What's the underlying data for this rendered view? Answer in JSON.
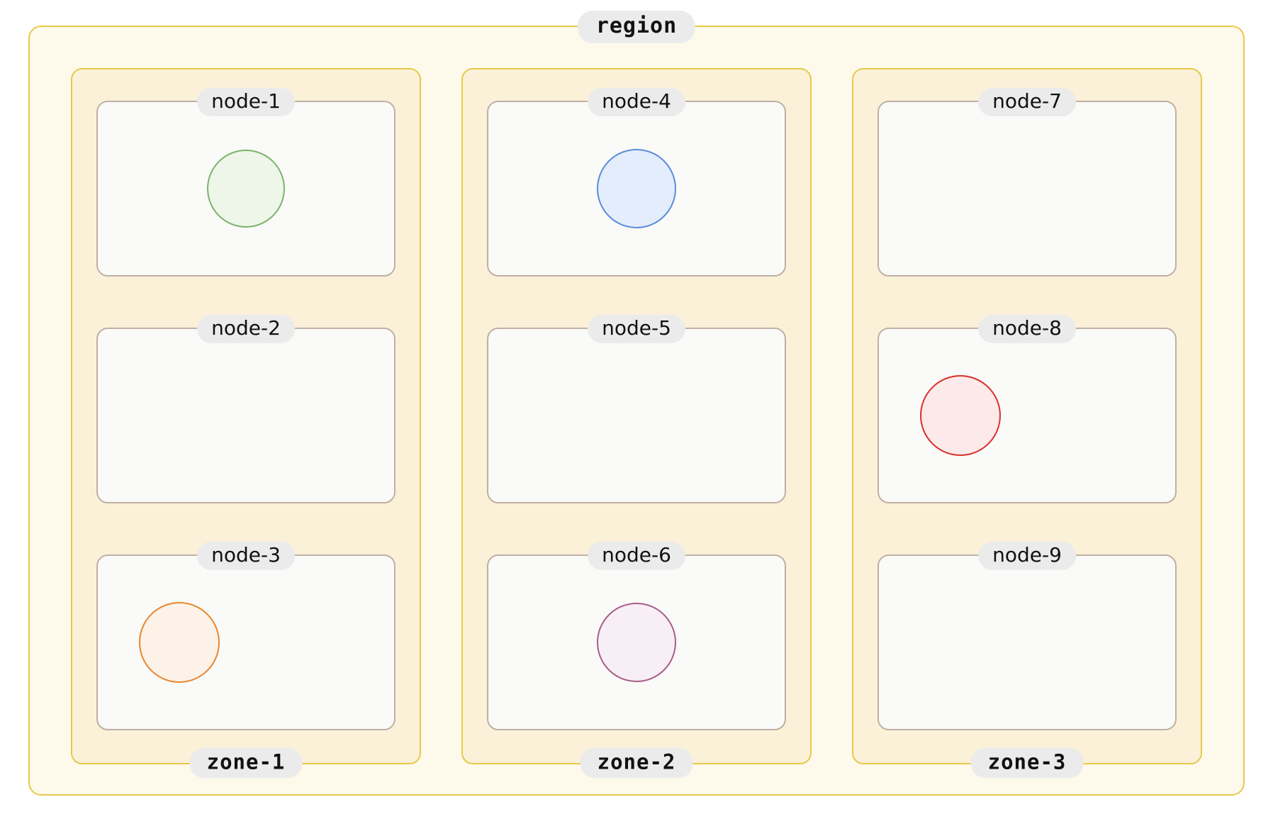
{
  "region": {
    "label": "region",
    "border_color": "#e8c84a",
    "fill_color": "#fdfaec"
  },
  "label_badge": {
    "background": "#ebebeb",
    "text_color": "#111111"
  },
  "zone_style": {
    "border_color": "#e8c84a",
    "fill_color": "#fbf1d9"
  },
  "node_style": {
    "border_color": "#bfb0a5",
    "fill_color": "#fafaf8"
  },
  "zones": [
    {
      "label": "zone-1",
      "nodes": [
        {
          "label": "node-1",
          "circle": {
            "present": true,
            "stroke": "#7cb36a",
            "fill": "#edf6e9",
            "diameter": 110,
            "align": "center"
          }
        },
        {
          "label": "node-2",
          "circle": {
            "present": false
          }
        },
        {
          "label": "node-3",
          "circle": {
            "present": true,
            "stroke": "#e8872e",
            "fill": "#fcf2e8",
            "diameter": 114,
            "align": "left"
          }
        }
      ]
    },
    {
      "label": "zone-2",
      "nodes": [
        {
          "label": "node-4",
          "circle": {
            "present": true,
            "stroke": "#5b8dd9",
            "fill": "#e4edfb",
            "diameter": 112,
            "align": "center"
          }
        },
        {
          "label": "node-5",
          "circle": {
            "present": false
          }
        },
        {
          "label": "node-6",
          "circle": {
            "present": true,
            "stroke": "#a85f8a",
            "fill": "#f7eff5",
            "diameter": 112,
            "align": "center"
          }
        }
      ]
    },
    {
      "label": "zone-3",
      "nodes": [
        {
          "label": "node-7",
          "circle": {
            "present": false
          }
        },
        {
          "label": "node-8",
          "circle": {
            "present": true,
            "stroke": "#d9302c",
            "fill": "#fce9e9",
            "diameter": 114,
            "align": "left"
          }
        },
        {
          "label": "node-9",
          "circle": {
            "present": false
          }
        }
      ]
    }
  ]
}
